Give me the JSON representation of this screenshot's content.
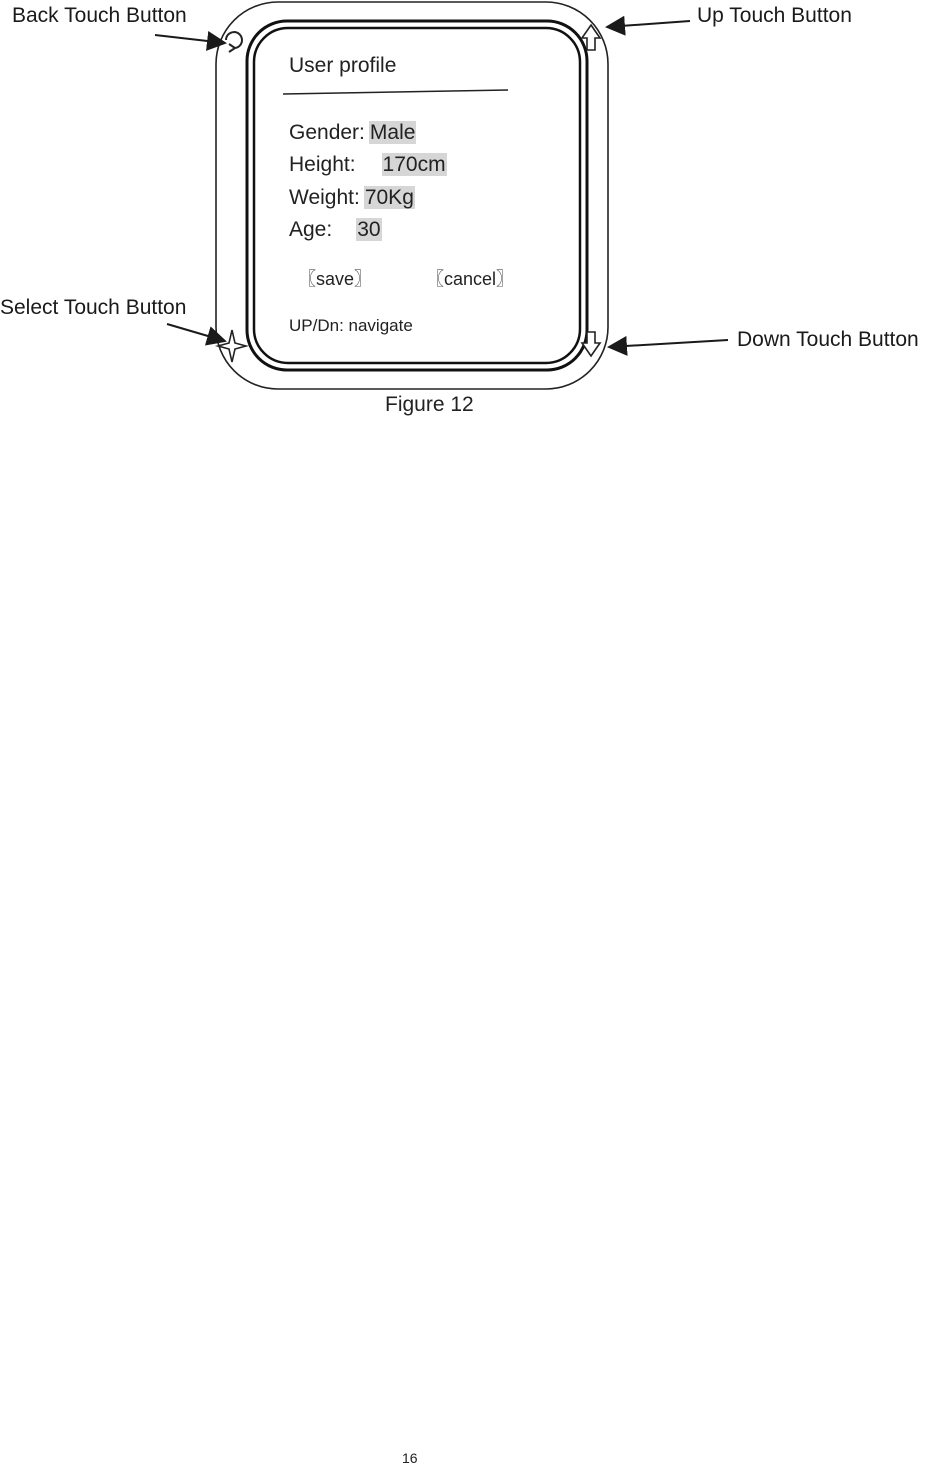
{
  "callouts": {
    "back": "Back Touch Button",
    "up": "Up Touch Button",
    "select": "Select Touch Button",
    "down": "Down Touch Button"
  },
  "screen": {
    "title": "User profile",
    "gender_label": "Gender:",
    "gender_value": "Male",
    "height_label": "Height:",
    "height_value": "170cm",
    "weight_label": "Weight:",
    "weight_value": "70Kg",
    "age_label": "Age:",
    "age_value": "30",
    "save_label": "〖save〗",
    "cancel_label": "〖cancel〗",
    "hint": "UP/Dn: navigate"
  },
  "icons": {
    "back": "back-arrow-icon",
    "up": "up-arrow-icon",
    "down": "down-arrow-icon",
    "select": "four-point-star-icon"
  },
  "highlight_color": "#d6d6d6",
  "figure_caption": "Figure 12",
  "page_number": "16"
}
